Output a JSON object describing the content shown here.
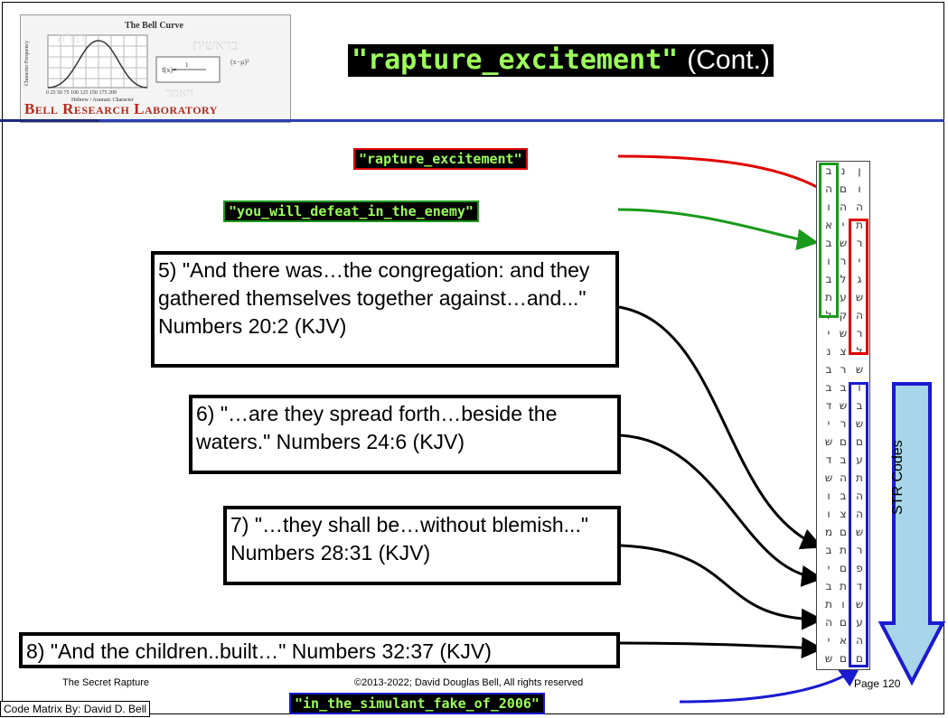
{
  "logo": {
    "chart_title": "The Bell Curve",
    "x_axis_label": "Hebrew / Aramaic Character",
    "y_axis_label": "Character Frequency",
    "x_ticks": [
      "0",
      "25",
      "50",
      "75",
      "100",
      "125",
      "150",
      "175",
      "200"
    ],
    "lab_name": "Bell Research Laboratory"
  },
  "title": {
    "code": "\"rapture_excitement\"",
    "suffix": "(Cont.)"
  },
  "labels": {
    "red": "\"rapture_excitement\"",
    "green": "\"you_will_defeat_in_the_enemy\"",
    "blue": "\"in_the_simulant_fake_of_2006\""
  },
  "verses": {
    "v5": "5) \"And there was…the congregation: and they gathered themselves together against…and...\" Numbers 20:2 (KJV)",
    "v6": "6) \"…are they spread forth…beside the waters.\" Numbers 24:6 (KJV)",
    "v7": "7) \"…they shall be…without blemish...\" Numbers 28:31 (KJV)",
    "v8": "8) \"And the children..built…\" Numbers 32:37 (KJV)"
  },
  "matrix": {
    "left": [
      "ב",
      "ה",
      "ו",
      "א",
      "ב",
      "ו",
      "ב",
      "ת",
      "ל",
      "י",
      "נ",
      "ב",
      "ב",
      "ד",
      "י",
      "ש",
      "ד",
      "ש",
      "ו",
      "ו",
      "מ",
      "ב",
      "י",
      "ב",
      "ת",
      "ה",
      "י",
      "ש"
    ],
    "mid": [
      "נ",
      "ם",
      "ה",
      "י",
      "ש",
      "ר",
      "ל",
      "ע",
      "ק",
      "ש",
      "צ",
      "ר",
      "ב",
      "ש",
      "ר",
      "ם",
      "ב",
      "ה",
      "ב",
      "צ",
      "ם",
      "ת",
      "ם",
      "ת",
      "ו",
      "ם",
      "א",
      "ם"
    ],
    "right": [
      "ן",
      "ו",
      "ה",
      "ת",
      "ר",
      "י",
      "ג",
      "ש",
      "ה",
      "ר",
      "ל",
      "ש",
      "ו",
      "ב",
      "ש",
      "ם",
      "ע",
      "ת",
      "ה",
      "ה",
      "ש",
      "ר",
      "פ",
      "ד",
      "ש",
      "ע",
      "ה",
      "ם"
    ]
  },
  "side_label": "STR Codes",
  "footer": {
    "left": "The Secret Rapture",
    "middle": "©2013-2022; David Douglas Bell, All rights reserved",
    "page": "Page 120"
  },
  "credit": "Code Matrix By: David D. Bell",
  "colors": {
    "red": "#e00000",
    "green": "#1a9a1a",
    "blue": "#1a1ad0",
    "header_rule": "#2a3fb8",
    "arrow_fill": "#a9d5ea",
    "label_text": "#9cff5a"
  }
}
